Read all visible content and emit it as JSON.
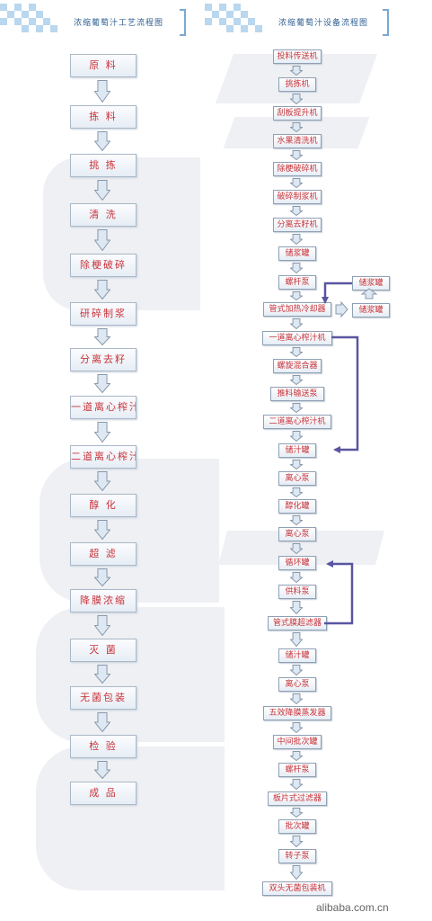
{
  "headers": {
    "left_title": "浓缩葡萄汁工艺流程图",
    "right_title": "浓缩葡萄汁设备流程图"
  },
  "process_steps": [
    "原 料",
    "拣 料",
    "挑 拣",
    "清 洗",
    "除梗破碎",
    "研碎制浆",
    "分离去籽",
    "一道离心榨汁",
    "二道离心榨汁",
    "醇 化",
    "超 滤",
    "降膜浓缩",
    "灭 菌",
    "无菌包装",
    "检 验",
    "成 品"
  ],
  "equipment_steps": [
    "投料传送机",
    "挑拣机",
    "刮板提升机",
    "水果清洗机",
    "除梗破碎机",
    "破碎制浆机",
    "分离去籽机",
    "储浆罐",
    "螺杆泵",
    "管式加热冷却器",
    "一道离心榨汁机",
    "螺旋混合器",
    "推料输送泵",
    "二道离心榨汁机",
    "储汁罐",
    "离心泵",
    "醇化罐",
    "离心泵",
    "循环罐",
    "供料泵",
    "管式膜超滤器",
    "储汁罐",
    "离心泵",
    "五效降膜蒸发器",
    "中间批次罐",
    "螺杆泵",
    "板片式过滤器",
    "批次罐",
    "转子泵",
    "双头无菌包装机"
  ],
  "side_tanks": [
    "储浆罐",
    "储浆罐"
  ],
  "watermark": "alibaba.com.cn",
  "colors": {
    "label_text": "#c8343a",
    "arrow_fill": "#dde8f3",
    "arrow_stroke": "#8898ac",
    "loop_line": "#5a55a0",
    "header_text": "#2f5f91"
  }
}
